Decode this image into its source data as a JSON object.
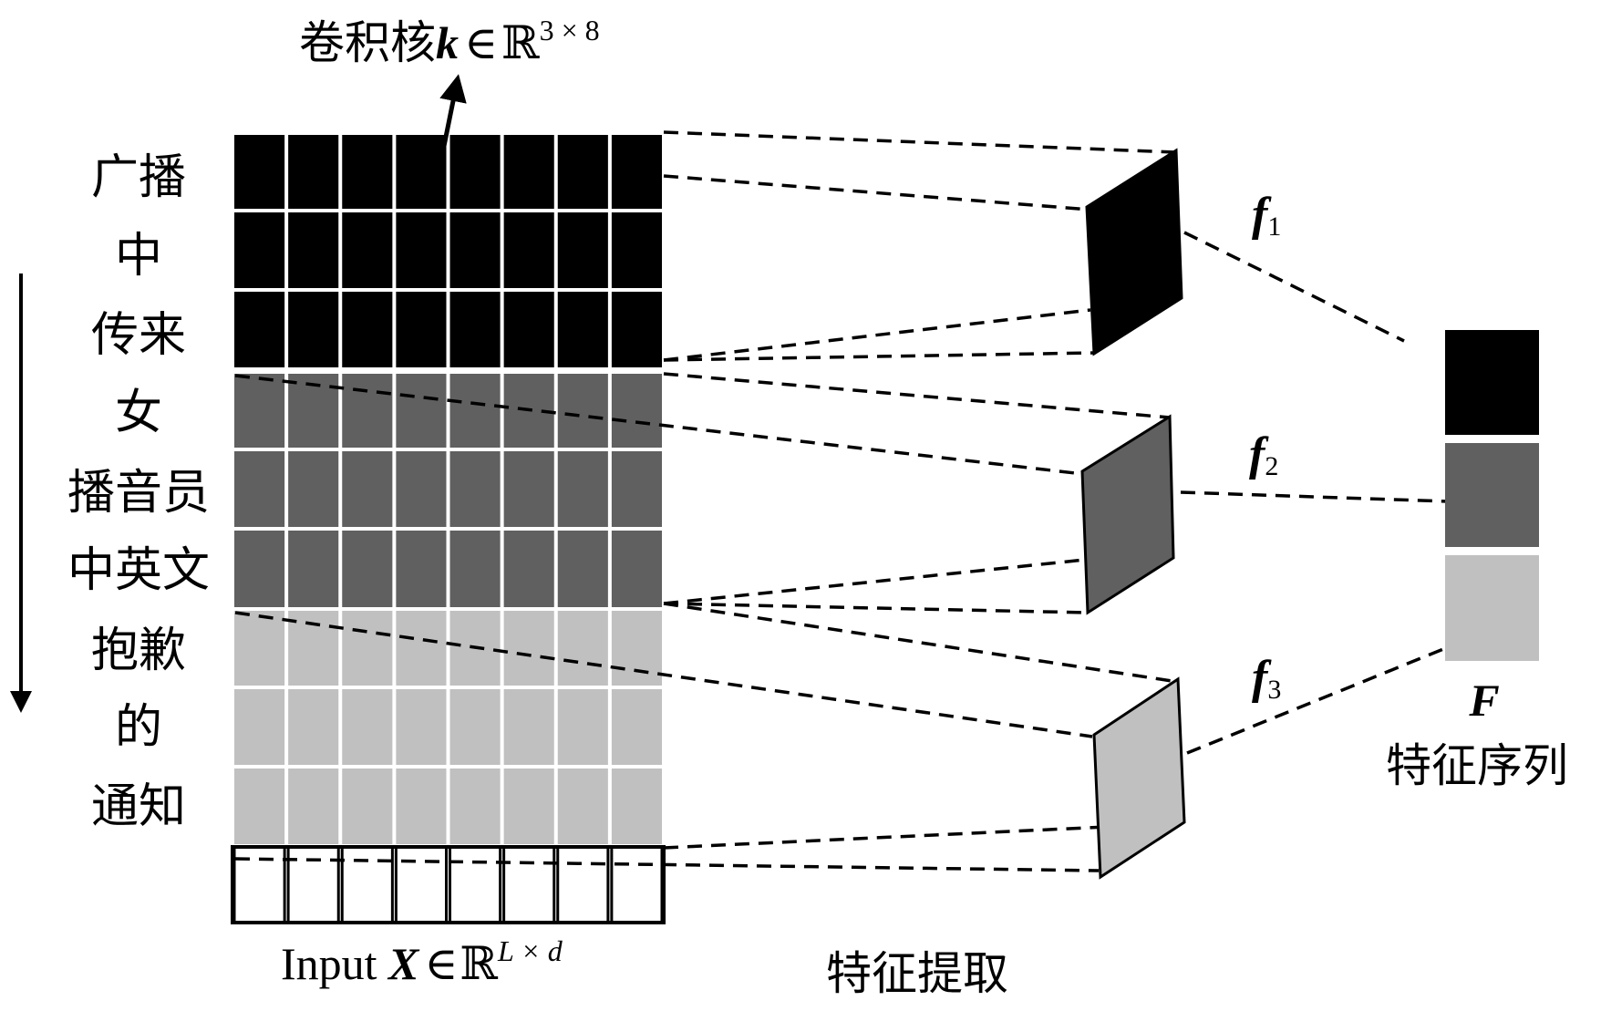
{
  "kernel_label": {
    "prefix": "卷积核",
    "var": "k",
    "rel": "∈",
    "set": "ℝ",
    "exp": "3 × 8"
  },
  "tokens": [
    "广播",
    "中",
    "传来",
    "女",
    "播音员",
    "中英文",
    "抱歉",
    "的",
    "通知"
  ],
  "input_label": {
    "prefix": "Input ",
    "var": "X",
    "rel": "∈",
    "set": "ℝ",
    "exp": "L × d"
  },
  "feature_extraction_label": "特征提取",
  "features": [
    {
      "var": "f",
      "sub": "1"
    },
    {
      "var": "f",
      "sub": "2"
    },
    {
      "var": "f",
      "sub": "3"
    }
  ],
  "feature_seq": {
    "var": "F",
    "label": "特征序列"
  },
  "colors": {
    "group1": "#000000",
    "group2": "#606060",
    "group3": "#c0c0c0",
    "empty": "#ffffff",
    "line": "#000000"
  }
}
